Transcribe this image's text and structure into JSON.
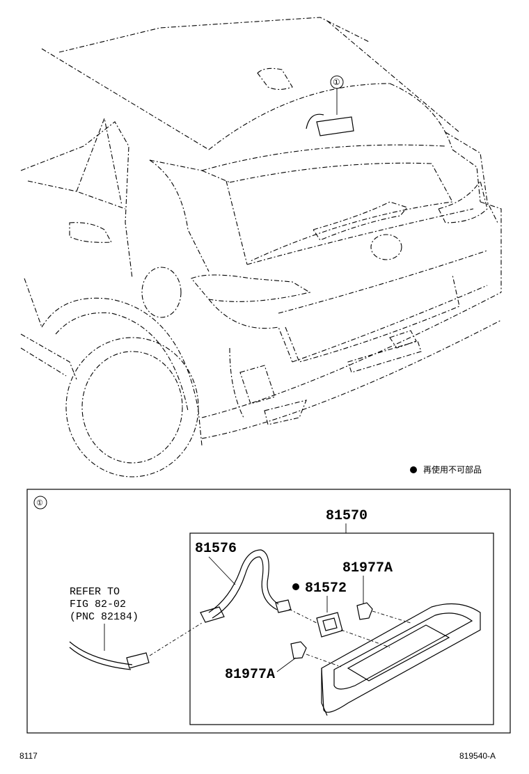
{
  "diagram": {
    "callout_marker": "①",
    "legend": {
      "symbol": "●",
      "text": "再使用不可部品"
    },
    "parts": {
      "assembly": "81570",
      "wire": "81576",
      "gasket": "81572",
      "clip_right": "81977A",
      "clip_left": "81977A"
    },
    "gasket_mark": "●",
    "reference": {
      "line1": "REFER TO",
      "line2": "FIG 82-02",
      "line3": "(PNC 82184)"
    },
    "footer": {
      "page_code": "8117",
      "illustration_id": "819540-A"
    }
  }
}
